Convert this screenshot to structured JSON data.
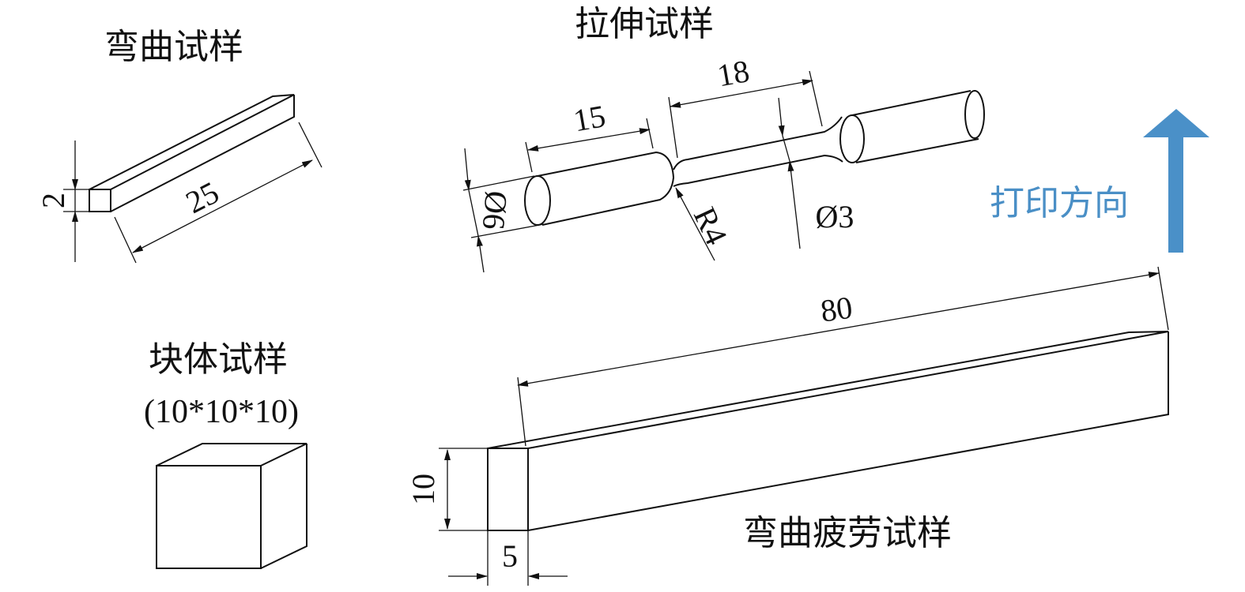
{
  "titles": {
    "bending": "弯曲试样",
    "tensile": "拉伸试样",
    "block": "块体试样",
    "block_size": "(10*10*10)",
    "fatigue": "弯曲疲劳试样",
    "print_direction": "打印方向"
  },
  "dimensions": {
    "bend_height": "2",
    "bend_length": "25",
    "tensile_grip": "15",
    "tensile_gauge": "18",
    "tensile_grip_dia": "Ø6",
    "tensile_radius": "R4",
    "tensile_gauge_dia": "Ø3",
    "fatigue_length": "80",
    "fatigue_height": "10",
    "fatigue_width": "5"
  },
  "colors": {
    "arrow": "#4a90c8",
    "line": "#111111"
  }
}
